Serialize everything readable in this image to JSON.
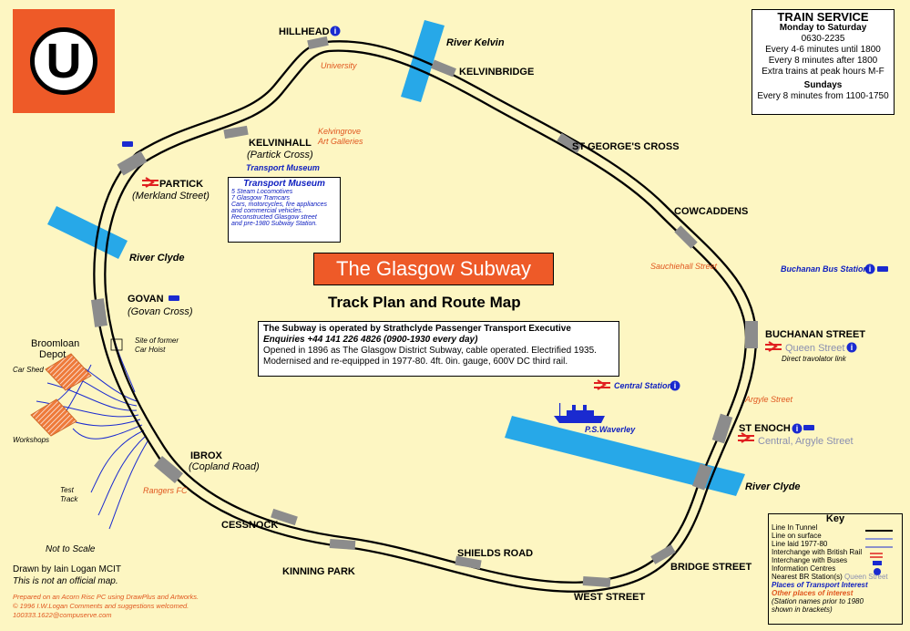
{
  "logo": {
    "letter": "U"
  },
  "title": "The Glasgow Subway",
  "subtitle": "Track Plan and Route Map",
  "train_service": {
    "heading": "TRAIN SERVICE",
    "weekday_label": "Monday to Saturday",
    "weekday_hours": "0630-2235",
    "lines": [
      "Every 4-6 minutes until 1800",
      "Every 8 minutes after 1800",
      "Extra trains at peak hours M-F"
    ],
    "sunday_label": "Sundays",
    "sunday_line": "Every 8 minutes from 1100-1750"
  },
  "info": {
    "operator": "The Subway is operated by Strathclyde Passenger Transport Executive",
    "enquiries": "Enquiries +44 141 226 4826 (0900-1930 every day)",
    "history1": "Opened in 1896 as The Glasgow District Subway, cable operated. Electrified 1935.",
    "history2": "Modernised and re-equipped in 1977-80. 4ft. 0in. gauge, 600V DC third rail."
  },
  "museum": {
    "heading": "Transport Museum",
    "lines": [
      "5 Steam Locomotives",
      "7 Glasgow Tramcars",
      "Cars, motorcycles, fire appliances",
      "and commercial vehicles.",
      "Reconstructed Glasgow street",
      "and pre-1980 Subway Station."
    ]
  },
  "stations": {
    "hillhead": "HILLHEAD",
    "kelvinbridge": "KELVINBRIDGE",
    "st_georges": "ST GEORGE'S CROSS",
    "cowcaddens": "COWCADDENS",
    "buchanan": "BUCHANAN STREET",
    "st_enoch": "ST ENOCH",
    "bridge": "BRIDGE STREET",
    "west": "WEST STREET",
    "shields": "SHIELDS ROAD",
    "kinning": "KINNING PARK",
    "cessnock": "CESSNOCK",
    "ibrox": "IBROX",
    "ibrox_old": "(Copland Road)",
    "govan": "GOVAN",
    "govan_old": "(Govan Cross)",
    "partick": "PARTICK",
    "partick_old": "(Merkland Street)",
    "kelvinhall": "KELVINHALL",
    "kelvinhall_old": "(Partick Cross)"
  },
  "br": {
    "queen_street": "Queen Street",
    "central": "Central, Argyle Street",
    "central_station": "Central Station"
  },
  "places": {
    "university": "University",
    "art_galleries_1": "Kelvingrove",
    "art_galleries_2": "Art Galleries",
    "sauchiehall": "Sauchiehall Street",
    "argyle": "Argyle Street",
    "rangers": "Rangers FC",
    "transport_museum": "Transport Museum",
    "buchanan_bus": "Buchanan Bus Station",
    "travolator": "Direct travolator link",
    "waverley": "P.S.Waverley"
  },
  "rivers": {
    "kelvin": "River Kelvin",
    "clyde_west": "River Clyde",
    "clyde_east": "River Clyde"
  },
  "depot": {
    "name1": "Broomloan",
    "name2": "Depot",
    "car_shed": "Car Shed",
    "workshops": "Workshops",
    "test_track1": "Test",
    "test_track2": "Track",
    "hoist1": "Site of former",
    "hoist2": "Car Hoist"
  },
  "credits": {
    "scale": "Not to Scale",
    "drawn": "Drawn by Iain Logan MCIT",
    "official": "This is not an official map.",
    "prepared": "Prepared on an Acorn Risc PC using DrawPlus and Artworks.",
    "copyright": "© 1996 I.W.Logan  Comments and suggestions welcomed.",
    "email": "100333.1622@compuserve.com"
  },
  "key": {
    "heading": "Key",
    "tunnel": "Line In Tunnel",
    "surface": "Line on surface",
    "laid": "Line laid  1977-80",
    "rail": "Interchange with British Rail",
    "buses": "Interchange with Buses",
    "info": "Information Centres",
    "nearest": "Nearest BR Station(s)",
    "nearest_example": "Queen Street",
    "places": "Places of Transport Interest",
    "other": "Other places of interest",
    "note1": "(Station names prior to 1980",
    "note2": "shown in brackets)"
  },
  "colors": {
    "background": "#fdf6c2",
    "river": "#27a8e8",
    "logo_bg": "#ee5a28",
    "poi": "#e0561e",
    "transport": "#1020c0",
    "br_red": "#e02020"
  }
}
